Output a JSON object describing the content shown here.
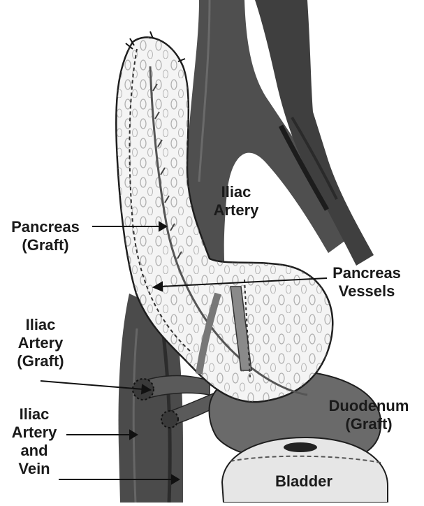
{
  "labels": {
    "iliac_artery_top": [
      "Iliac",
      "Artery"
    ],
    "pancreas_graft": [
      "Pancreas",
      "(Graft)"
    ],
    "pancreas_vessels": [
      "Pancreas",
      "Vessels"
    ],
    "iliac_artery_graft": [
      "Iliac",
      "Artery",
      "(Graft)"
    ],
    "iliac_artery_vein": [
      "Iliac",
      "Artery",
      "and",
      "Vein"
    ],
    "duodenum_graft": [
      "Duodenum",
      "(Graft)"
    ],
    "bladder": "Bladder"
  },
  "colors": {
    "vessel": "#4f4f4f",
    "vessel_dark": "#2e2e2e",
    "pancreas": "#f4f4f4",
    "duodenum": "#6a6a6a",
    "bladder": "#e6e6e6",
    "outline": "#1e1e1e"
  }
}
